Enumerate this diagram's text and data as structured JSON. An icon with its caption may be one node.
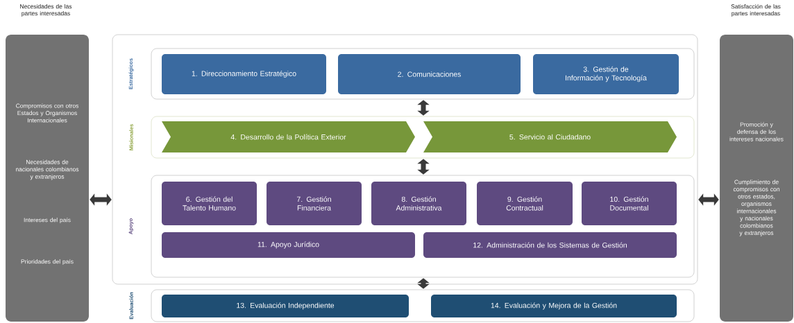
{
  "diagram": {
    "nodes": [
      {
        "text": [
          "Necesidades de las partes interesadas",
          "Compromisos con otros Estados y Organismos Internacionales",
          "Necesidades de nacionales colombianos y extranjeros",
          "Intereses del país",
          "Prioridades del país"
        ]
      },
      {
        "text": [],
        "shape": "box"
      },
      {
        "text": [
          "Estratégicos"
        ],
        "in": 1
      },
      {
        "text": [
          "1. Direccionamiento Estratégico"
        ],
        "in": 2
      },
      {
        "text": [
          "2. Comunicaciones"
        ],
        "in": 2
      },
      {
        "text": [
          "3. Gestión de Información y Tecnología"
        ],
        "in": 2
      },
      {
        "text": [
          "Misionales"
        ],
        "in": 1
      },
      {
        "text": [
          "4. Desarrollo de la Política Exterior"
        ],
        "in": 6
      },
      {
        "text": [
          "5. Servicio al Ciudadano"
        ],
        "in": 6
      },
      {
        "text": [
          "Apoyo"
        ],
        "in": 1
      },
      {
        "text": [
          "6. Gestión del Talento Humano"
        ],
        "in": 9
      },
      {
        "text": [
          "7. Gestión Financiera"
        ],
        "in": 9
      },
      {
        "text": [
          "8. Gestión Administrativa"
        ],
        "in": 9
      },
      {
        "text": [
          "9. Gestión Contractual"
        ],
        "in": 9
      },
      {
        "text": [
          "10. Gestión Documental"
        ],
        "in": 9
      },
      {
        "text": [
          "11. Apoyo Jurídico"
        ],
        "in": 9
      },
      {
        "text": [
          "12. Administración de los Sistemas de Gestión"
        ],
        "in": 9
      },
      {
        "text": [
          "Evaluación"
        ]
      },
      {
        "text": [
          "13. Evaluación Independiente"
        ],
        "in": 17
      },
      {
        "text": [
          "14. Evaluación y Mejora de la Gestión"
        ],
        "in": 17
      },
      {
        "text": [
          "Satisfacción de las partes interesadas",
          "Promoción y defensa de los intereses nacionales",
          "Cumplimiento de compromisos con otros estados, organismos internacionales y nacionales colombianos y extranjeros"
        ]
      }
    ],
    "edges": [
      {
        "from": 0,
        "to": 1,
        "arrow": "both"
      },
      {
        "from": 1,
        "to": 20,
        "arrow": "both"
      },
      {
        "from": 2,
        "to": 6,
        "arrow": "both"
      },
      {
        "from": 6,
        "to": 9,
        "arrow": "both"
      },
      {
        "from": 9,
        "to": 17,
        "arrow": "both"
      }
    ]
  }
}
